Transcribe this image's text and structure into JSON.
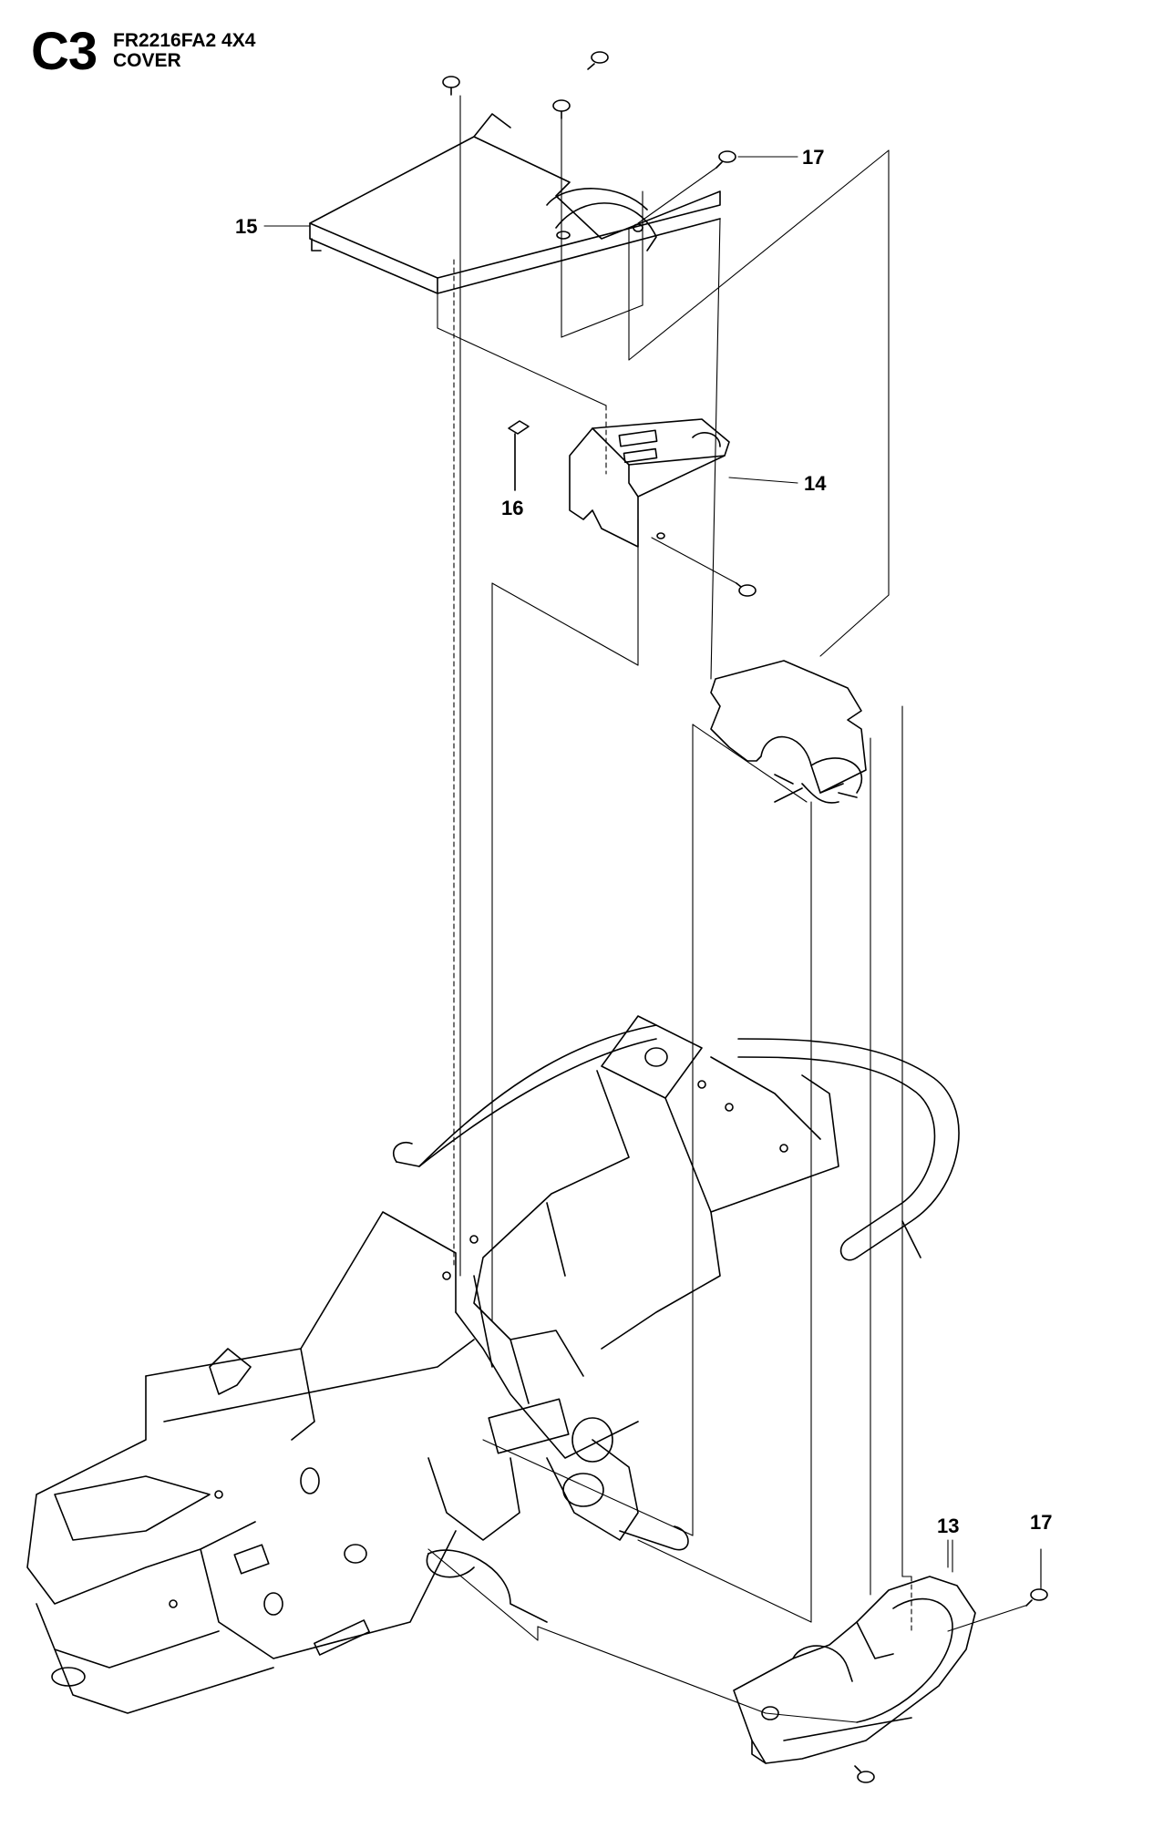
{
  "header": {
    "section_code": "C3",
    "model": "FR2216FA2 4X4",
    "section_name": "COVER"
  },
  "callouts": {
    "p15": "15",
    "p17_top": "17",
    "p14": "14",
    "p16": "16",
    "p13": "13",
    "p17_bottom": "17"
  }
}
